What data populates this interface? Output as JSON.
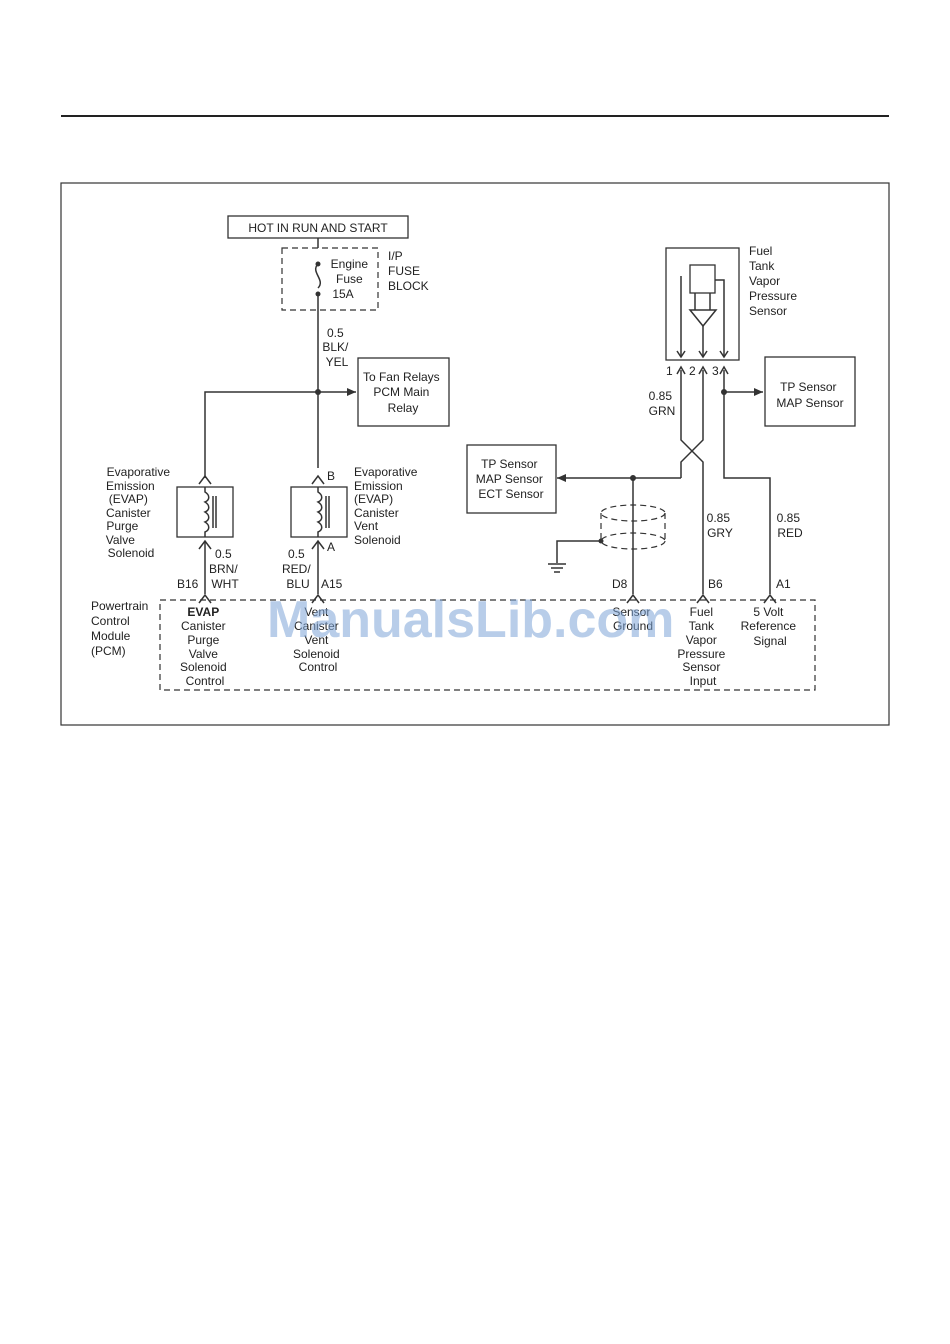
{
  "power": {
    "label": "HOT IN RUN AND START"
  },
  "fuse": {
    "block_lines": [
      "I/P",
      "FUSE",
      "BLOCK"
    ],
    "fuse_lines": [
      "Engine",
      "Fuse",
      "15A"
    ]
  },
  "wires": {
    "blk_yel": [
      "0.5",
      "BLK/",
      "YEL"
    ],
    "brn_wht": [
      "0.5",
      "BRN/",
      "WHT"
    ],
    "red_blu": [
      "0.5",
      "RED/",
      "BLU"
    ],
    "grn": [
      "0.85",
      "GRN"
    ],
    "gry": [
      "0.85",
      "GRY"
    ],
    "red": [
      "0.85",
      "RED"
    ]
  },
  "boxes": {
    "fan_relays": [
      "To Fan Relays",
      "PCM Main",
      "Relay"
    ],
    "tp_map_right": [
      "TP Sensor",
      "MAP Sensor"
    ],
    "tp_map_ect": [
      "TP Sensor",
      "MAP Sensor",
      "ECT Sensor"
    ]
  },
  "components": {
    "purge": [
      "Evaporative",
      "Emission",
      "(EVAP)",
      "Canister",
      "Purge",
      "Valve",
      "Solenoid"
    ],
    "vent": [
      "Evaporative",
      "Emission",
      "(EVAP)",
      "Canister",
      "Vent",
      "Solenoid"
    ],
    "fuel_tank_sensor": [
      "Fuel",
      "Tank",
      "Vapor",
      "Pressure",
      "Sensor"
    ]
  },
  "vent_pins": {
    "top": "B",
    "bottom": "A"
  },
  "sensor_pins": [
    "1",
    "2",
    "3"
  ],
  "pcm": {
    "label_lines": [
      "Powertrain",
      "Control",
      "Module",
      "(PCM)"
    ],
    "terminals": [
      {
        "id": "B16",
        "lines": [
          "EVAP",
          "Canister",
          "Purge",
          "Valve",
          "Solenoid",
          "Control"
        ]
      },
      {
        "id": "A15",
        "lines": [
          "Vent",
          "Canister",
          "Vent",
          "Solenoid",
          "Control"
        ]
      },
      {
        "id": "D8",
        "lines": [
          "Sensor",
          "Ground"
        ]
      },
      {
        "id": "B6",
        "lines": [
          "Fuel",
          "Tank",
          "Vapor",
          "Pressure",
          "Sensor",
          "Input"
        ]
      },
      {
        "id": "A1",
        "lines": [
          "5 Volt",
          "Reference",
          "Signal"
        ]
      }
    ]
  },
  "watermark": "ManualsLib.com"
}
